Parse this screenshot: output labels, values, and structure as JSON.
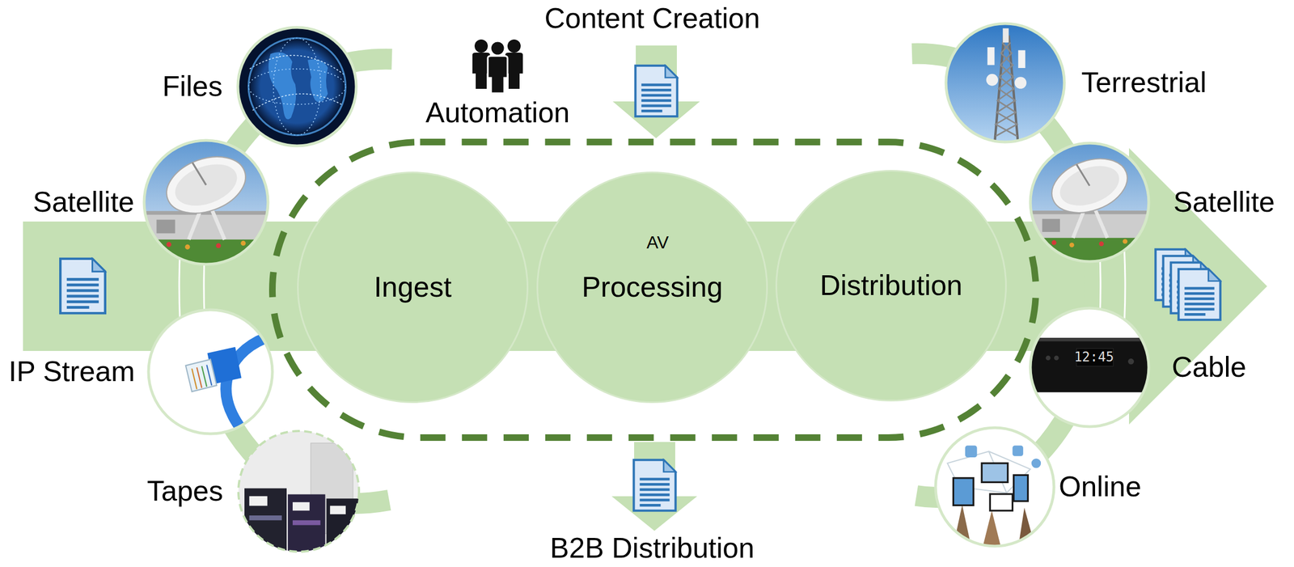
{
  "diagram": {
    "nodes": [
      {
        "text": [
          "Files"
        ]
      },
      {
        "text": [
          "Satellite"
        ]
      },
      {
        "text": [
          "IP Stream"
        ]
      },
      {
        "text": [
          "Tapes"
        ]
      },
      {
        "text": [
          "Ingest"
        ]
      },
      {
        "text": [
          "Processing"
        ]
      },
      {
        "text": [
          "Distribution"
        ]
      },
      {
        "text": [
          "Terrestrial"
        ]
      },
      {
        "text": [
          "Satellite"
        ]
      },
      {
        "text": [
          "Cable"
        ]
      },
      {
        "text": [
          "Online"
        ]
      }
    ],
    "labels": [
      "Content Creation",
      "Automation",
      "AV",
      "12:45",
      "B2B Distribution"
    ]
  }
}
